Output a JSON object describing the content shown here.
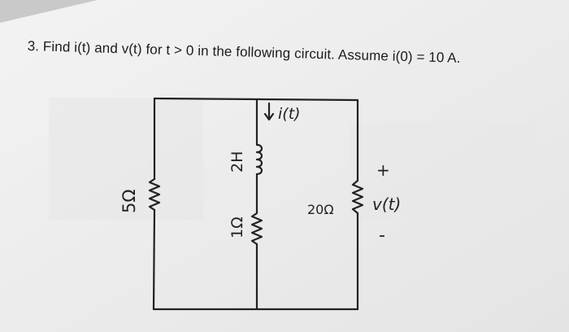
{
  "problem": {
    "number": "3.",
    "text": "Find i(t) and v(t) for t > 0 in the following circuit. Assume i(0) = 10 A."
  },
  "circuit": {
    "left_resistor_label": "5Ω",
    "inductor_label": "2H",
    "middle_resistor_label": "1Ω",
    "right_resistor_label": "20Ω",
    "current_label": "i(t)",
    "voltage_label": "v(t)",
    "voltage_plus": "+",
    "voltage_minus": "-"
  },
  "colors": {
    "paper": "#eeeeee",
    "ink": "#222222",
    "text": "#1c1c1c"
  }
}
